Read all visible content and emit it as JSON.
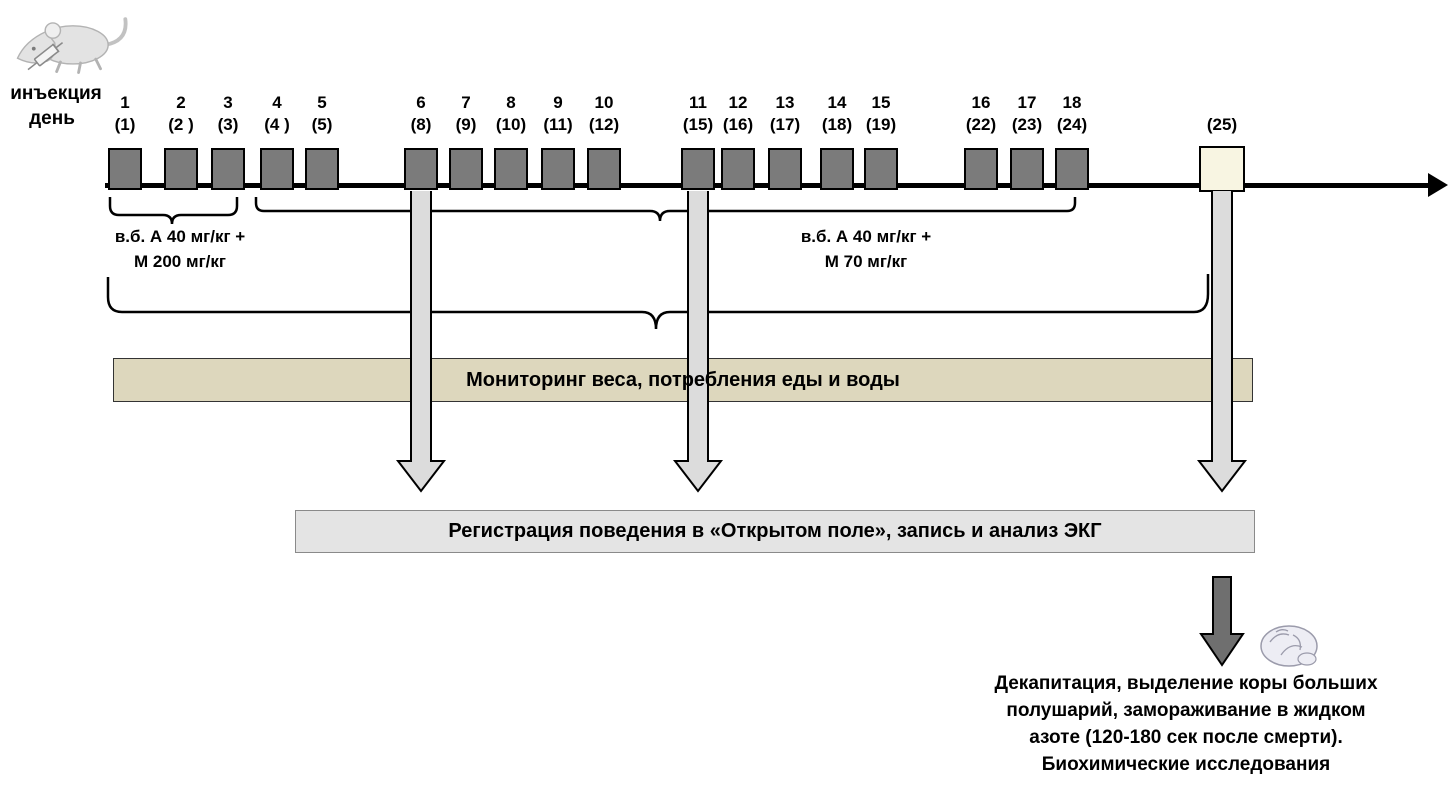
{
  "labels": {
    "injection_row": "инъекция",
    "day_row": "день"
  },
  "timeline": {
    "items": [
      {
        "num": "1",
        "day": "(1)"
      },
      {
        "num": "2",
        "day": "(2 )"
      },
      {
        "num": "3",
        "day": "(3)"
      },
      {
        "num": "4",
        "day": "(4 )"
      },
      {
        "num": "5",
        "day": "(5)"
      },
      {
        "num": "6",
        "day": "(8)"
      },
      {
        "num": "7",
        "day": "(9)"
      },
      {
        "num": "8",
        "day": "(10)"
      },
      {
        "num": "9",
        "day": "(11)"
      },
      {
        "num": "10",
        "day": "(12)"
      },
      {
        "num": "11",
        "day": "(15)"
      },
      {
        "num": "12",
        "day": "(16)"
      },
      {
        "num": "13",
        "day": "(17)"
      },
      {
        "num": "14",
        "day": "(18)"
      },
      {
        "num": "15",
        "day": "(19)"
      },
      {
        "num": "16",
        "day": "(22)"
      },
      {
        "num": "17",
        "day": "(23)"
      },
      {
        "num": "18",
        "day": "(24)"
      },
      {
        "num": "",
        "day": "(25)"
      }
    ]
  },
  "doses": {
    "left": {
      "line1": "в.б. А 40 мг/кг +",
      "line2": "М 200 мг/кг"
    },
    "right": {
      "line1": "в.б. А 40 мг/кг +",
      "line2": "М 70 мг/кг"
    }
  },
  "bars": {
    "monitoring": "Мониторинг веса, потребления еды и воды",
    "registration": "Регистрация поведения в «Открытом поле», запись и анализ ЭКГ"
  },
  "final_note": {
    "line1": "Декапитация, выделение коры больших",
    "line2": "полушарий, замораживание в жидком",
    "line3": "азоте (120-180 сек после смерти).",
    "line4": "Биохимические исследования"
  },
  "icons": {
    "mouse": "mouse-with-syringe-icon",
    "brain": "brain-icon"
  },
  "colors": {
    "square_fill": "#7b7b7b",
    "final_square_fill": "#f8f5e2",
    "monitoring_bar_fill": "#ddd7bd",
    "registration_bar_fill": "#e4e4e4",
    "light_arrow_fill": "#dcdcdc",
    "dark_arrow_fill": "#6f6f6f",
    "line_color": "#000000"
  }
}
